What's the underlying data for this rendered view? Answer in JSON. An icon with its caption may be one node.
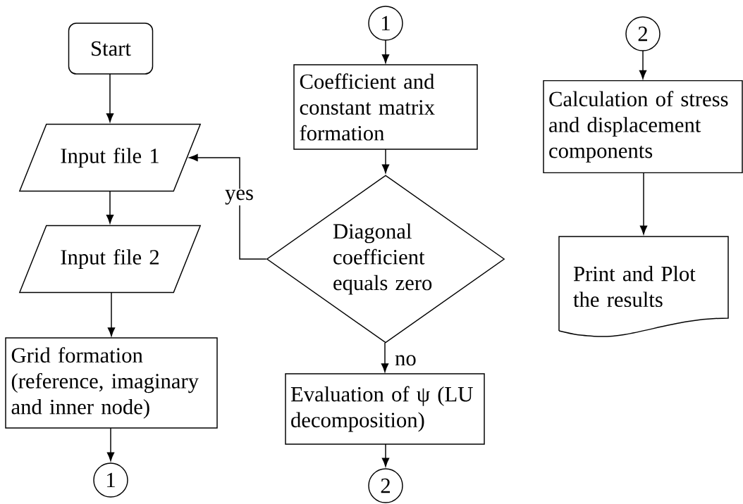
{
  "diagram": {
    "nodes": [
      {
        "text": [
          "Start"
        ]
      },
      {
        "text": [
          "Input file 1"
        ]
      },
      {
        "text": [
          "Input file 2"
        ]
      },
      {
        "text": [
          "Grid formation (reference, imaginary and inner node)"
        ]
      },
      {
        "text": [
          "1"
        ]
      },
      {
        "text": [
          "1"
        ]
      },
      {
        "text": [
          "Coefficient and constant matrix formation"
        ]
      },
      {
        "text": [
          "Diagonal coefficient equals zero"
        ]
      },
      {
        "text": [
          "Evaluation of ψ (LU decomposition)"
        ]
      },
      {
        "text": [
          "2"
        ]
      },
      {
        "text": [
          "2"
        ]
      },
      {
        "text": [
          "Calculation of stress and displacement components"
        ]
      },
      {
        "text": [
          "Print and Plot the results"
        ]
      }
    ],
    "edges": [
      {
        "from": 0,
        "to": 1,
        "arrow": "to"
      },
      {
        "from": 1,
        "to": 2,
        "arrow": "to"
      },
      {
        "from": 2,
        "to": 3,
        "arrow": "to"
      },
      {
        "from": 3,
        "to": 4,
        "arrow": "to"
      },
      {
        "from": 5,
        "to": 6,
        "arrow": "to"
      },
      {
        "from": 6,
        "to": 7,
        "arrow": "to"
      },
      {
        "from": 7,
        "to": 1,
        "arrow": "to",
        "label": "yes"
      },
      {
        "from": 7,
        "to": 8,
        "arrow": "to",
        "label": "no"
      },
      {
        "from": 8,
        "to": 9,
        "arrow": "to"
      },
      {
        "from": 10,
        "to": 11,
        "arrow": "to"
      },
      {
        "from": 11,
        "to": 12,
        "arrow": "to"
      }
    ]
  }
}
